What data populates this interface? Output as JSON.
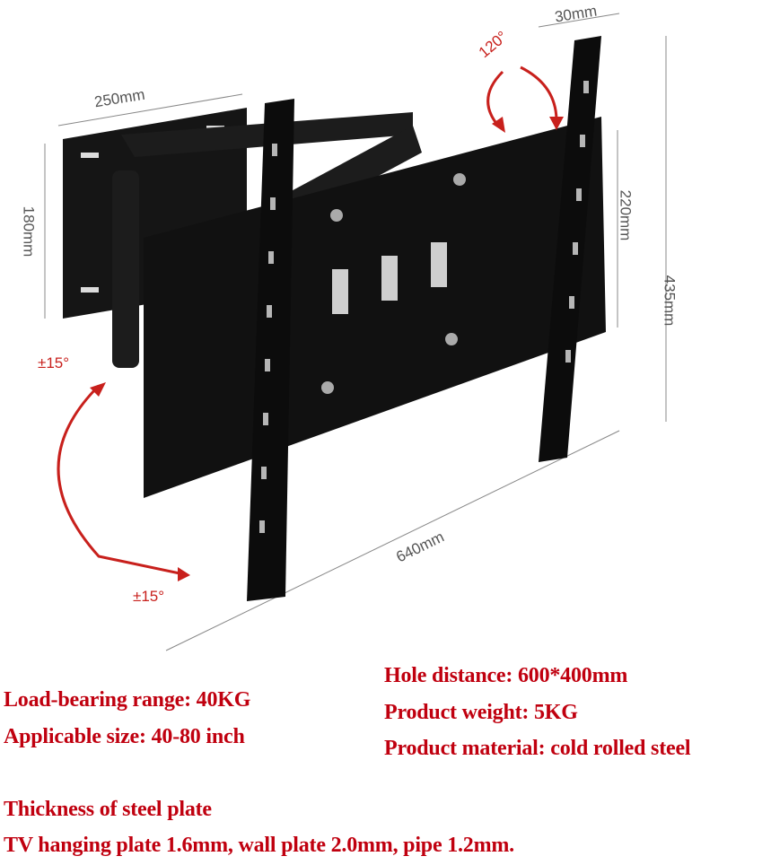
{
  "dimensions": {
    "wall_width": "250mm",
    "wall_height": "180mm",
    "depth_min": "30mm",
    "tv_plate_height": "220mm",
    "total_height": "435mm",
    "extension": "640mm"
  },
  "angles": {
    "tilt": "120°",
    "swivel_top": "±15°",
    "swivel_bottom": "±15°"
  },
  "specs": {
    "hole_distance": "Hole distance: 600*400mm",
    "load_bearing": "Load-bearing range: 40KG",
    "product_weight": "Product weight: 5KG",
    "applicable_size": "Applicable size: 40-80 inch",
    "material": "Product material: cold rolled steel",
    "thickness_title": "Thickness of steel plate",
    "thickness_detail": "TV hanging plate 1.6mm, wall plate 2.0mm, pipe 1.2mm."
  },
  "colors": {
    "spec_text": "#c0000f",
    "arrow": "#c8201c",
    "product": "#111111"
  }
}
